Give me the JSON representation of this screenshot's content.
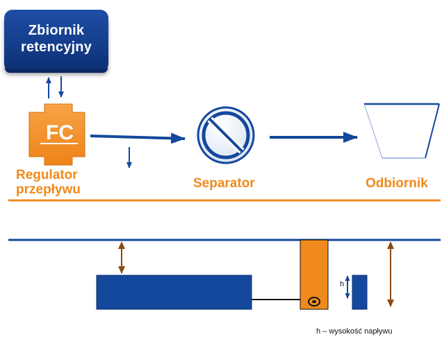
{
  "retention_tank": {
    "label_lines": [
      "Zbiornik",
      "retencyjny"
    ]
  },
  "flow_regulator": {
    "symbol": "FC",
    "label_lines": [
      "Regulator",
      "przepływu"
    ]
  },
  "separator": {
    "label": "Separator"
  },
  "receiver": {
    "label": "Odbiornik"
  },
  "section_view": {
    "h_label": "h",
    "legend": "h – wysokość napływu"
  },
  "colors": {
    "blue": "#13489c",
    "orange": "#f08a1c",
    "brown": "#8a4a12",
    "black": "#111111"
  }
}
